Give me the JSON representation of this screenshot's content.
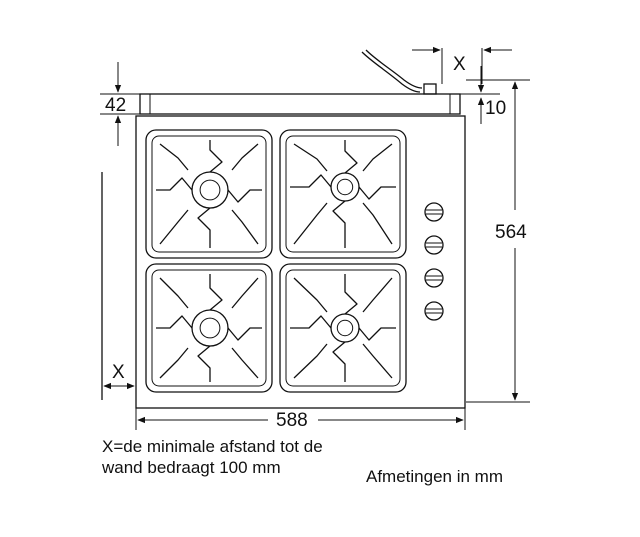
{
  "dimensions": {
    "top_thickness": "42",
    "rear_offset": "10",
    "depth": "564",
    "width": "588",
    "x_side": "X",
    "x_rear": "X"
  },
  "notes": {
    "x_definition_line1": "X=de minimale afstand tot de",
    "x_definition_line2": "wand bedraagt 100 mm",
    "units": "Afmetingen in mm"
  },
  "hob": {
    "burners": 4,
    "control_knobs": 4
  }
}
